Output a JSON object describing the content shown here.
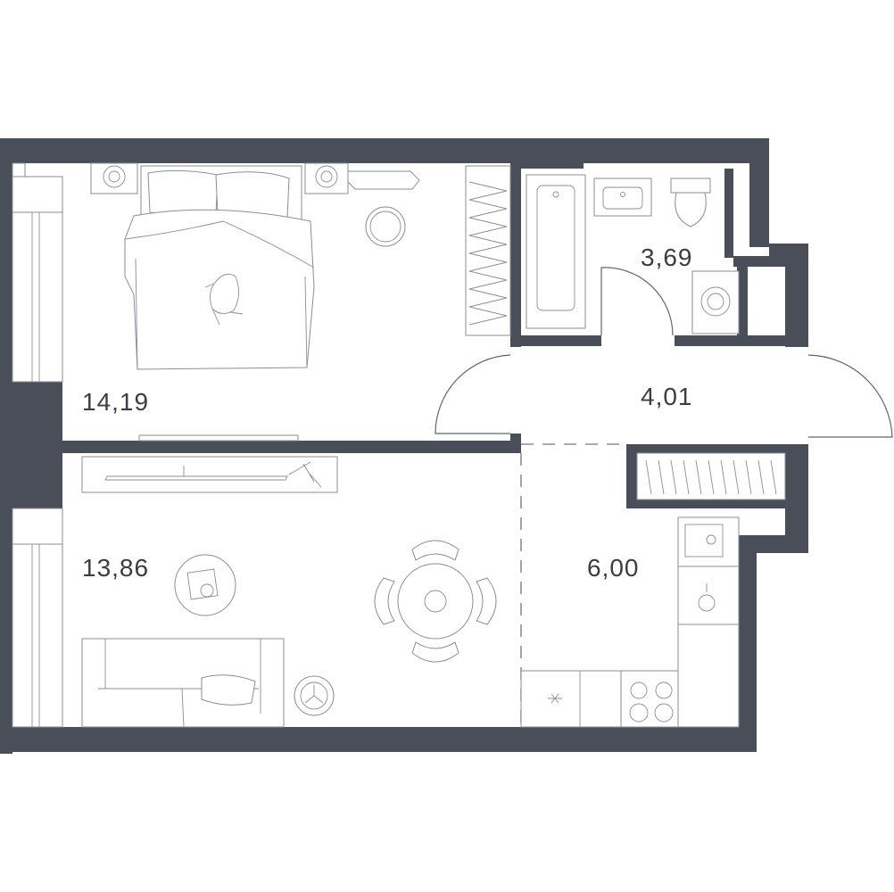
{
  "rooms": [
    {
      "name": "bedroom",
      "area": "14,19"
    },
    {
      "name": "bathroom",
      "area": "3,69"
    },
    {
      "name": "hallway",
      "area": "4,01"
    },
    {
      "name": "living-room",
      "area": "13,86"
    },
    {
      "name": "kitchen",
      "area": "6,00"
    }
  ],
  "colors": {
    "wall": "#4a4e58",
    "furniture_line": "#8a8e96",
    "background": "#ffffff"
  }
}
